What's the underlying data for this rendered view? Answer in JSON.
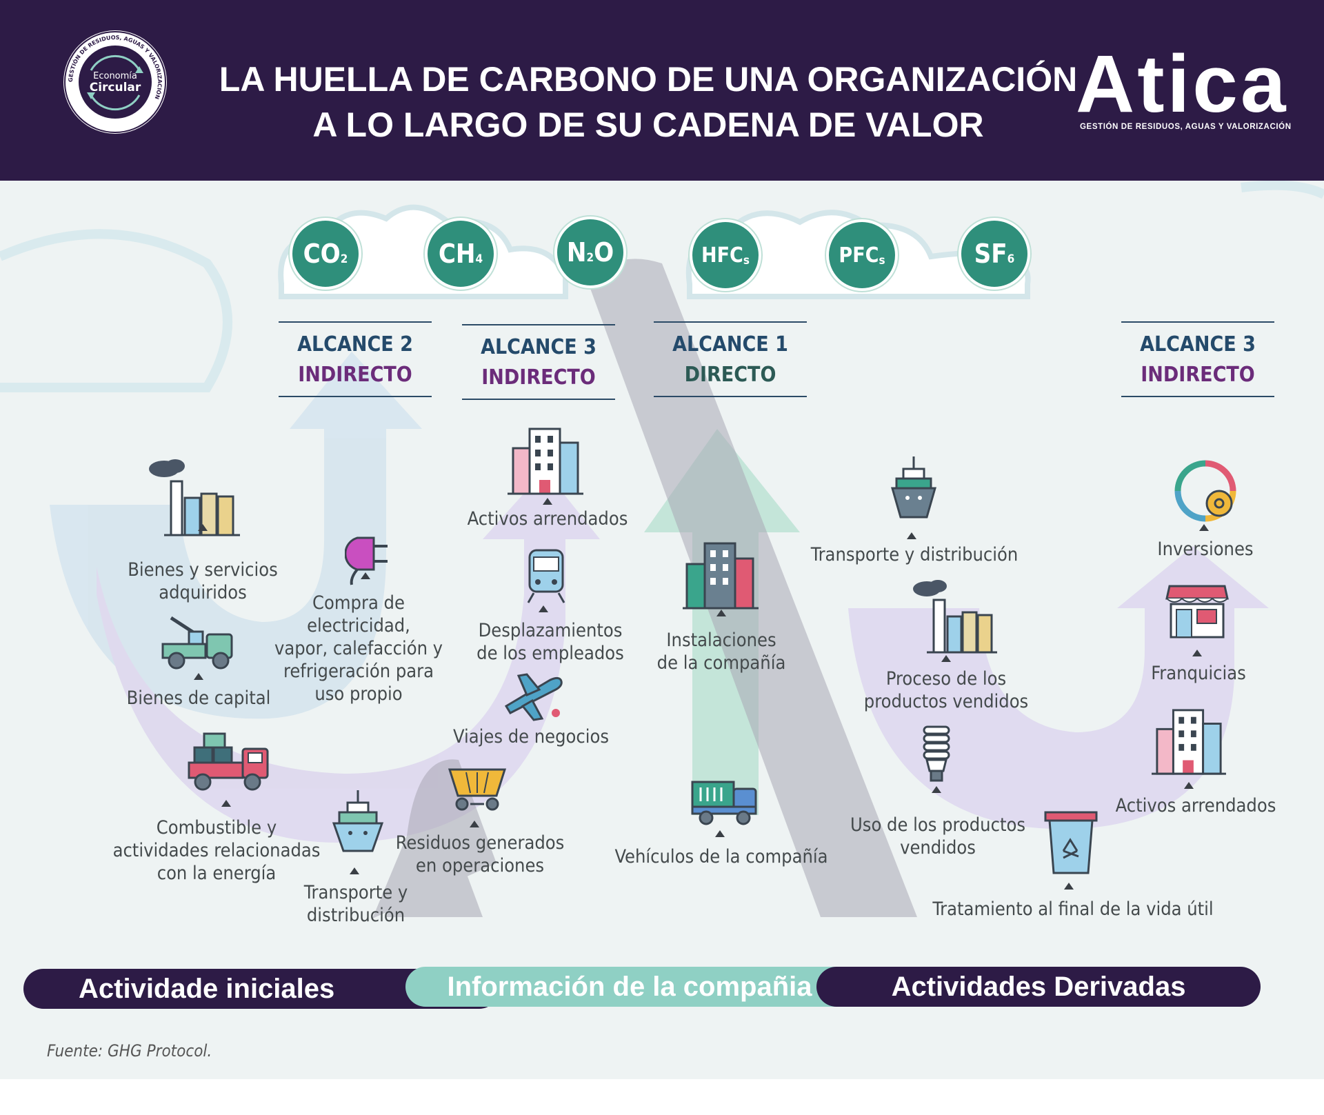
{
  "header": {
    "title_line1": "LA HUELLA DE CARBONO DE UNA ORGANIZACIÓN",
    "title_line2": "A LO LARGO DE SU CADENA DE VALOR",
    "seal_top": "GESTIÓN DE RESIDUOS, AGUAS Y VALORIZACIÓN",
    "seal_line1": "Economía",
    "seal_line2": "Circular",
    "brand_name": "Atica",
    "brand_tagline": "GESTIÓN DE RESIDUOS, AGUAS Y VALORIZACIÓN"
  },
  "gases": [
    {
      "base": "CO",
      "sub": "2"
    },
    {
      "base": "CH",
      "sub": "4"
    },
    {
      "base": "N",
      "sub": "2",
      "tail": "O"
    },
    {
      "base": "HFC",
      "sub": "s"
    },
    {
      "base": "PFC",
      "sub": "s"
    },
    {
      "base": "SF",
      "sub": "6"
    }
  ],
  "scopes": [
    {
      "alcance": "ALCANCE 2",
      "tipo": "INDIRECTO"
    },
    {
      "alcance": "ALCANCE 3",
      "tipo": "INDIRECTO"
    },
    {
      "alcance": "ALCANCE 1",
      "tipo": "DIRECTO"
    },
    {
      "alcance": "ALCANCE 3",
      "tipo": "INDIRECTO"
    }
  ],
  "items": {
    "bienes_servicios": "Bienes y servicios\nadquiridos",
    "bienes_capital": "Bienes de capital",
    "combustible": "Combustible y\nactividades relacionadas\ncon la energía",
    "compra_electricidad": "Compra de\nelectricidad,\nvapor, calefacción y\nrefrigeración para\nuso propio",
    "transporte_up": "Transporte y\ndistribución",
    "activos_up": "Activos arrendados",
    "desplazamientos": "Desplazamientos\nde los empleados",
    "viajes": "Viajes de negocios",
    "residuos": "Residuos generados\nen operaciones",
    "instalaciones": "Instalaciones\nde la compañía",
    "vehiculos": "Vehículos de la compañía",
    "transporte_down": "Transporte y distribución",
    "proceso": "Proceso de los\nproductos vendidos",
    "uso": "Uso de los productos\nvendidos",
    "tratamiento": "Tratamiento al final de la vida útil",
    "inversiones": "Inversiones",
    "franquicias": "Franquicias",
    "activos_down": "Activos arrendados"
  },
  "bars": {
    "iniciales": "Actividade iniciales",
    "compania": "Información de la compañia",
    "derivadas": "Actividades Derivadas"
  },
  "source": "Fuente: GHG Protocol.",
  "colors": {
    "header_bg": "#2d1b46",
    "gas_teal": "#2f8f7b",
    "bar_teal": "#8fd0c4"
  }
}
